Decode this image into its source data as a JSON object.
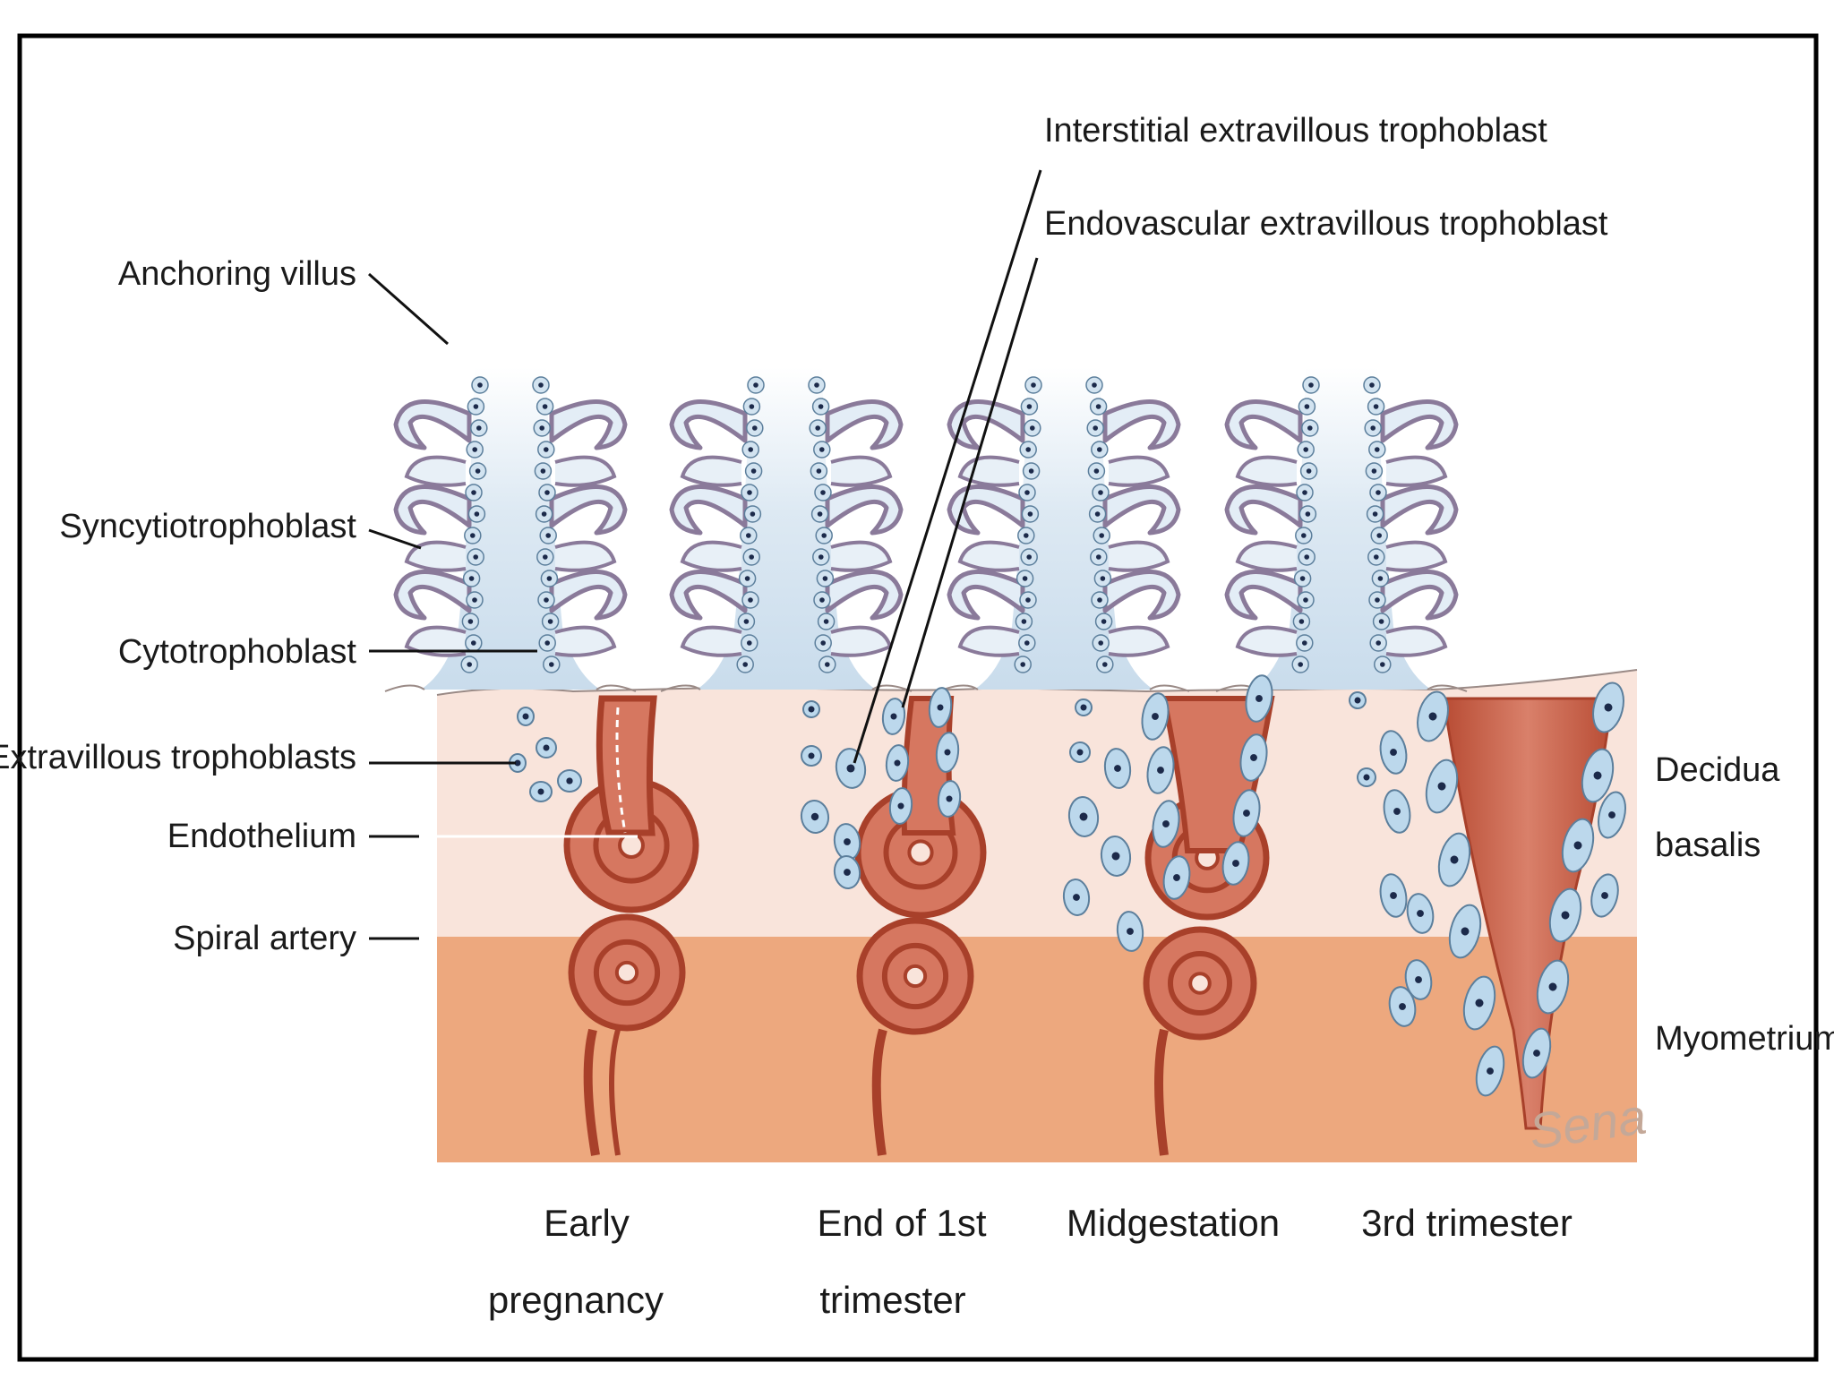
{
  "labels": {
    "left": {
      "anchoring_villus": "Anchoring villus",
      "syncytiotrophoblast": "Syncytiotrophoblast",
      "cytotrophoblast": "Cytotrophoblast",
      "extravillous_trophoblasts": "Extravillous trophoblasts",
      "endothelium": "Endothelium",
      "spiral_artery": "Spiral artery"
    },
    "top": {
      "interstitial": "Interstitial extravillous trophoblast",
      "endovascular": "Endovascular extravillous trophoblast"
    },
    "right": {
      "decidua_line1": "Decidua",
      "decidua_line2": "basalis",
      "myometrium": "Myometrium"
    }
  },
  "stages": [
    {
      "line1": "Early",
      "line2": "pregnancy"
    },
    {
      "line1": "End of 1st",
      "line2": "trimester"
    },
    {
      "line1": "Midgestation",
      "line2": ""
    },
    {
      "line1": "3rd trimester",
      "line2": ""
    }
  ],
  "signature": "Sena",
  "colors": {
    "frame": "#000000",
    "decidua": "#f9e4db",
    "myometrium": "#eda87e",
    "artery_wall": "#a8402a",
    "artery_lumen": "#d67760",
    "villus_core": "#d8e6f1",
    "villus_membrane": "#8a7a9a",
    "trophoblast_cell": "#bcd8ec",
    "trophoblast_outline": "#5c7f9c",
    "nucleus": "#1c2a4a"
  }
}
